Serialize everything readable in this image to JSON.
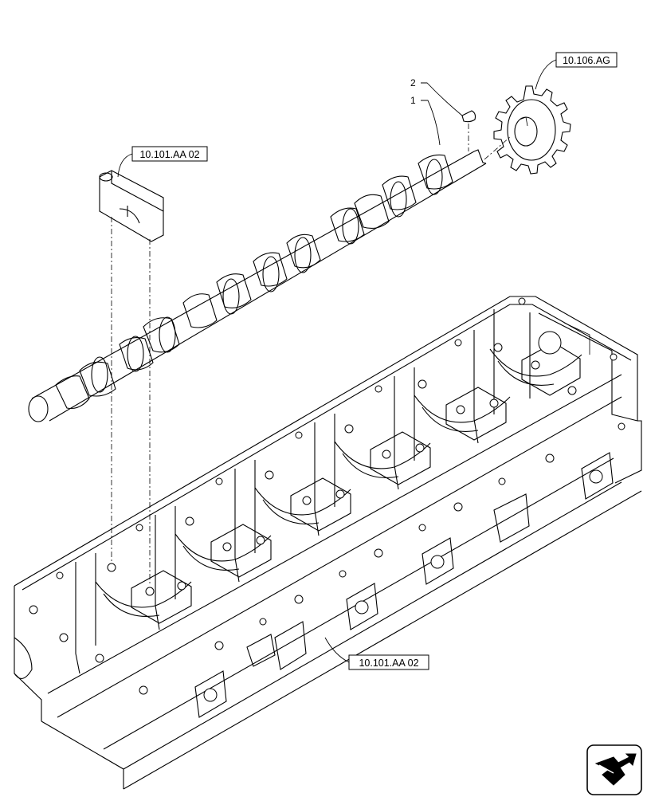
{
  "callouts": {
    "ref_gear": "10.106.AG",
    "ref_block_top": "10.101.AA 02",
    "ref_block_bottom": "10.101.AA 02",
    "item_1": "1",
    "item_2": "2"
  },
  "nav_icon": "navigation-arrow-icon"
}
